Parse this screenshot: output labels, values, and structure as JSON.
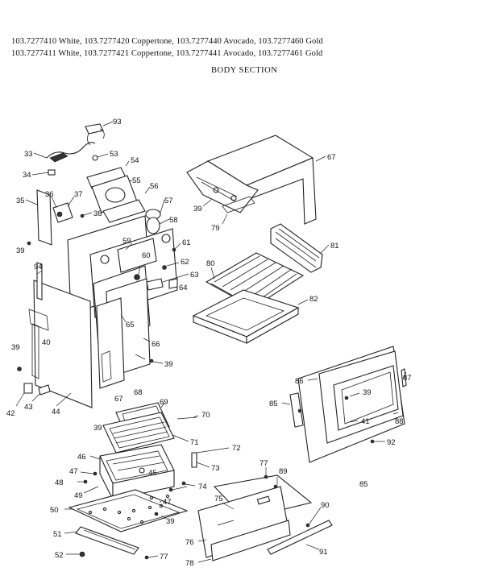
{
  "header": {
    "line1": "103.7277410  White,  103.7277420  Coppertone,  103.7277440  Avocado,  103.7277460  Gold",
    "line2": "103.7277411  White,  103.7277421  Coppertone,  103.7277441  Avocado,  103.7277461  Gold"
  },
  "section_title": "BODY  SECTION",
  "page_number": "85",
  "callouts": {
    "c93": "93",
    "c33": "33",
    "c53": "53",
    "c54": "54",
    "c34": "34",
    "c55": "55",
    "c56": "56",
    "c36": "36",
    "c37": "37",
    "c35": "35",
    "c57": "57",
    "c38": "38",
    "c58": "58",
    "c39a": "39",
    "c59": "59",
    "c61": "61",
    "c94": "94",
    "c60": "60",
    "c62": "62",
    "c63": "63",
    "c64": "64",
    "c65": "65",
    "c40": "40",
    "c66": "66",
    "c39b": "39",
    "c39c": "39",
    "c68": "68",
    "c67b": "67",
    "c42": "42",
    "c43": "43",
    "c44": "44",
    "c69": "69",
    "c70": "70",
    "c39d": "39",
    "c71": "71",
    "c46": "46",
    "c72": "72",
    "c47a": "47",
    "c45": "45",
    "c73": "73",
    "c48": "48",
    "c49": "49",
    "c74": "74",
    "c50": "50",
    "c47b": "47",
    "c39e": "39",
    "c51": "51",
    "c52": "52",
    "c77b": "77",
    "c67a": "67",
    "c39f": "39",
    "c79": "79",
    "c81": "81",
    "c80": "80",
    "c82": "82",
    "c86": "86",
    "c87": "87",
    "c39g": "39",
    "c85": "85",
    "c41": "41",
    "c88": "88",
    "c92": "92",
    "c77a": "77",
    "c89": "89",
    "c75": "75",
    "c90": "90",
    "c76": "76",
    "c91": "91",
    "c78": "78"
  }
}
